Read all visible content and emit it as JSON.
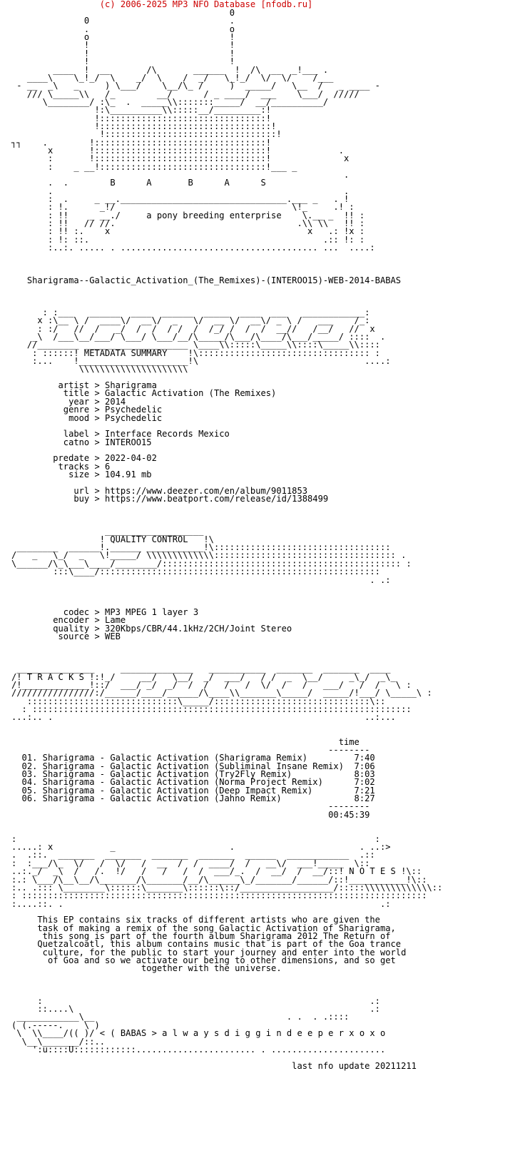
{
  "header": "                 (c) 2006-2025 MP3 NFO Database [nfodb.ru]",
  "nfo_lines": [
    "                                          0",
    "              0                           .",
    "              .                           o",
    "              o                           !",
    "              !                           !",
    "              !                           !",
    "              !                           !",
    "        ____  !  __       /\\       ______  !  /\\  __  _!___ .",
    "   ____\\    \\_!_/  \\    _/  \\    /  _/   \\_!_/  \\/  \\/    /___",
    " - __  _\\   _     ) \\___/    \\__/\\_ /     )  _____/   \\__  /   _ ____ -",
    "   /// \\_____\\\\   /_        __/      / _ ____/  ___    \\___/  /////",
    "      \\________/ :\\_  .  _____\\\\:::::::_____/  __/__________/",
    "                !:\\__________\\\\:::::__/_________:!",
    "                !::::::::::::::::::::::::::::::::!",
    "                !:::::::::::::::::::::::::::::::::!",
    "                 !:::::::::::::::::::::::::::::::::!",
    "┐┐    .        !:::::::::::::::::::::::::::::::::!",
    "       x       !:::::::::::::::::::::::::::::::::!             .",
    "       :       !:::::::::::::::::::::::::::::::::!              x",
    "       :    _ __!::::::::::::::::::::::::::::::::!___ _",
    "                                                                .",
    "       .  .        B      A       B      A      S",
    "       .                                                        .",
    "       :  .     _ __.________________________________.___ _   . !",
    "       : !.      _!/                                  \\!_     .! :",
    "       : !!    _ __./     a pony breeding enterprise    \\.__ _  !! :",
    "       : !!   // //.                                   .\\\\ \\\\   !! :",
    "       : !! :.    x                                      x   .: !x :",
    "       : !: ::.                                             .:: !: :",
    "       :..:. ..... . ...................................... ...  ....:",
    "",
    "",
    "",
    "   Sharigrama--Galactic_Activation_(The_Remixes)-(INTEROO15)-WEB-2014-BABAS",
    "",
    "",
    "",
    "      : :___   ______  ____  ______  _____  ____  ___   ____________:",
    "     x :\\__ \\ /  ____\\/  __\\/  _   \\/  __ \\/  __\\/ _ \\ /   ___    /_:",
    "     : :/   //  /   _/  /  /  / /  /  /_/ /  /  /  __//   /__/   //  x",
    "    _\\  /___\\__/___/ \\___/ \\___/__/\\_____/\\___/\\____/\\___/_____/ ::::  .",
    "   //________ ____________________ \\____\\\\:::::\\_____\\\\::::\\_____\\\\::::",
    "    : ::::::! METADATA SUMMARY    !\\::::::::::::::::::::::::::::::::: :",
    "    :...    !_____________________!\\                                ....:",
    "             \\\\\\\\\\\\\\\\\\\\\\\\\\\\\\\\\\\\\\\\\\",
    "",
    "         artist > Sharigrama",
    "          title > Galactic Activation (The Remixes)",
    "           year > 2014",
    "          genre > Psychedelic",
    "           mood > Psychedelic",
    "",
    "          label > Interface Records Mexico",
    "          catno > INTEROO15",
    "",
    "        predate > 2022-04-02",
    "         tracks > 6",
    "           size > 104.91 mb",
    "",
    "            url > https://www.deezer.com/en/album/9011853",
    "            buy > https://www.beatport.com/release/id/1388499",
    "",
    "",
    "",
    "                  ___________________",
    "                 ! QUALITY CONTROL   !\\",
    " ________  ______!.______ ___________!\\::::::::::::::::::::::::::::::::::",
    "/   _   \\_/  _   \\!_____/ \\\\\\\\\\\\\\\\\\\\\\\\\\::::::::::::::::::::::::::::::::::: .",
    "\\______/\\_\\___\\____/________/:::::::::::::::::::::::::::::::::::::::::::::: :",
    "        :::\\____/::::::::::::::::::::::::::::::::::::::::::::::::::::::",
    "                                                                     . .:",
    "",
    "",
    "",
    "          codec > MP3 MPEG 1 layer 3",
    "        encoder > Lame",
    "        quality > 320Kbps/CBR/44.1kHz/2CH/Joint Stereo",
    "         source > WEB",
    "",
    "",
    "",
    " _______________     ______________   ___________  _______  _______  ____",
    "/! T R A C K S !:!_/     __/   \\__/  _/  ___/   / /  _  \\__/     _\\_/  _\\_",
    "/!_____________!::/  ___/ _/  _/  /  /   /   /  \\/  /   /   ___/   /  /   \\ :",
    "////////////////:/______/____/______/\\____\\\\_______\\_____/  _____/!___/ \\_____\\ :",
    "   :::::::::::::::::::::::::::::\\_____/::::::::::::::::::::::::::::::\\::",
    "  : :::::::::::::::::::::::::::::::::::::::::::::::::::::::::::::::::::::::::",
    "...:.. .                                                            ..:...",
    "",
    "",
    "                                                               time",
    "                                                             --------",
    "  01. Sharigrama - Galactic Activation (Sharigrama Remix)         7:40",
    "  02. Sharigrama - Galactic Activation (Subliminal Insane Remix)  7:06",
    "  03. Sharigrama - Galactic Activation (Try2Fly Remix)            8:03",
    "  04. Sharigrama - Galactic Activation (Norma Project Remix)      7:02",
    "  05. Sharigrama - Galactic Activation (Deep Impact Remix)        7:21",
    "  06. Sharigrama - Galactic Activation (Jahno Remix)              8:27",
    "                                                             --------",
    "                                                             00:45:39",
    "",
    "",
    ":                                                                     :",
    ".....: x           _                      .                        . ..:>",
    ".  .::.  _______  _______  _______  _______  ______  ____________  .::",
    ":  :___/\\_  \\/   /  \\/   /  __  /  /  ____/  /   __\\/  ___!_____  \\::",
    "..:._/  _\\  /   /.  !/   /   /   /  /  ___/_.  /  __/  /  __/::! N O T E S !\\::",
    ":.: \\___/\\__\\__/\\_______/\\_______/__/\\______\\_/_______/______/::!___________!\\::",
    ":.. .::: \\________\\::::::\\_______\\::::::\\::/__________________/:::::\\\\\\\\\\\\\\\\\\\\\\\\\\::",
    ": ::::::::::::::::::::::::::::::::::::::::::::::::::::::::::::::::::::::::::::::",
    ":....::. .                                                             .:",
    "",
    "     This EP contains six tracks of different artists who are given the",
    "     task of making a remix of the song Galactic Activation of Sharigrama,",
    "      this song is part of the fourth album Sharigrama 2012 The Return of",
    "     Quetzalcoatl, this album contains music that is part of the Goa trance",
    "      culture, for the public to start your journey and enter into the world",
    "       of Goa and so we activate our being to other dimensions, and so get",
    "                         together with the universe.",
    "",
    "",
    "",
    "     :                                                               .:",
    "     ::....\\                                                         .:",
    " ____________\\__                                     . .  . .::::",
    "( (.-----.    \\ )",
    " \\  \\\\____/(( )/ < ( BABAS > a l w a y s d i g g i n d e e p e r x o x o",
    "  \\__\\_______/::..",
    "    ':u::::U::::::::::::....................... . ......................",
    "",
    "                                                      last nfo update 20211211"
  ]
}
